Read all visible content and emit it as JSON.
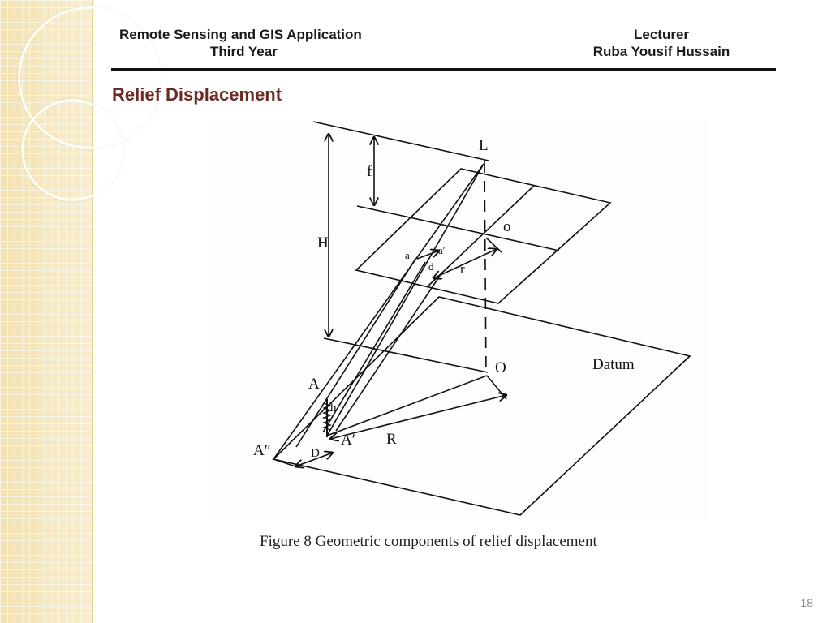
{
  "header": {
    "course_line1": "Remote Sensing and GIS Application",
    "course_line2": "Third Year",
    "role": "Lecturer",
    "lecturer_name": "Ruba Yousif Hussain"
  },
  "slide": {
    "title": "Relief Displacement",
    "page_number": "18"
  },
  "figure": {
    "caption": "Figure 8  Geometric components of relief displacement",
    "labels": {
      "L": "L",
      "f": "f",
      "H": "H",
      "o": "o",
      "a": "a",
      "a_prime": "a′",
      "d": "d",
      "r": "r",
      "O": "O",
      "datum": "Datum",
      "A": "A",
      "h": "h",
      "A_double_prime": "A″",
      "A_prime": "A′",
      "D": "D",
      "R": "R"
    }
  }
}
